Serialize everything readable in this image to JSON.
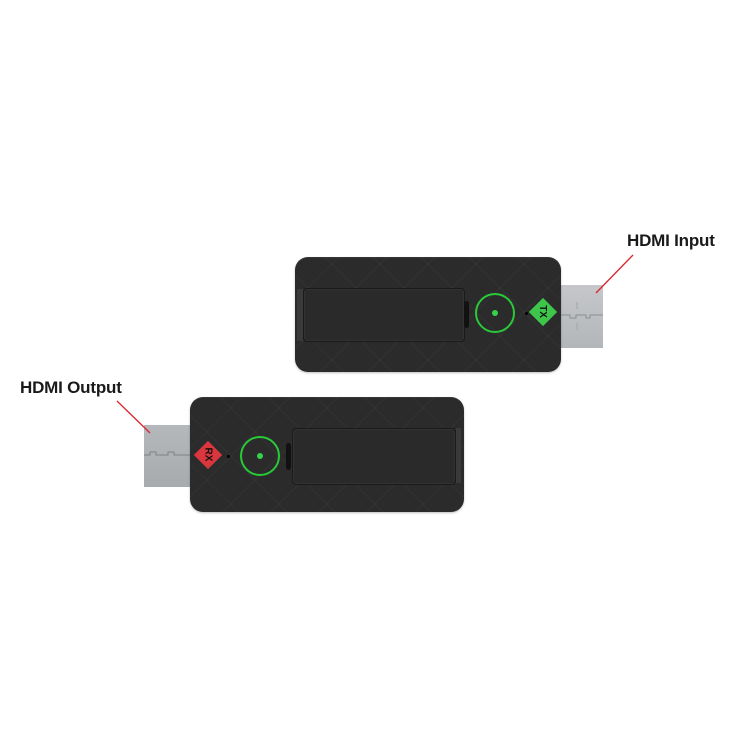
{
  "image": {
    "description": "Product photo of a pair of HDMI wireless transmitter/receiver dongles on white background",
    "background": "#ffffff"
  },
  "callouts": {
    "input": {
      "label": "HDMI Input",
      "line_color": "#d9262e"
    },
    "output": {
      "label": "HDMI Output",
      "line_color": "#d9262e"
    }
  },
  "devices": {
    "transmitter": {
      "badge": "TX",
      "badge_color": "#3dc64a",
      "led_color": "#29c93a",
      "body_color": "#2b2b2b",
      "connector": "HDMI male plug"
    },
    "receiver": {
      "badge": "RX",
      "badge_color": "#d9363e",
      "led_color": "#29c93a",
      "body_color": "#2b2b2b",
      "connector": "HDMI male plug"
    }
  }
}
